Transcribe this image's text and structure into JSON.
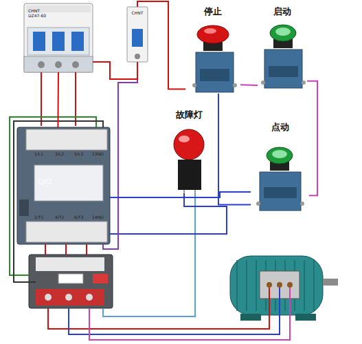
{
  "diagram": {
    "nodes": [
      {
        "text": [
          "CHNT",
          "DZ47-60"
        ]
      },
      {
        "text": [
          "CHNT"
        ]
      },
      {
        "text": [
          "停止"
        ]
      },
      {
        "text": [
          "启动"
        ]
      },
      {
        "text": [
          "故障灯"
        ]
      },
      {
        "text": [
          "点动"
        ]
      },
      {
        "text": [
          "CJX2"
        ]
      }
    ],
    "edges": [
      {
        "from": 0,
        "to": 6,
        "arrow": "none"
      },
      {
        "from": 0,
        "to": 1,
        "arrow": "none"
      },
      {
        "from": 1,
        "to": 2,
        "arrow": "none"
      },
      {
        "from": 2,
        "to": 3,
        "arrow": "none"
      },
      {
        "from": 3,
        "to": 5,
        "arrow": "none"
      },
      {
        "from": 2,
        "to": 5,
        "arrow": "none"
      },
      {
        "from": 5,
        "to": 6,
        "arrow": "none"
      }
    ],
    "labels": [
      "1/L1",
      "3/L2",
      "5/L3",
      "13NO",
      "2/T1",
      "4/T2",
      "6/T3",
      "14NO"
    ]
  }
}
